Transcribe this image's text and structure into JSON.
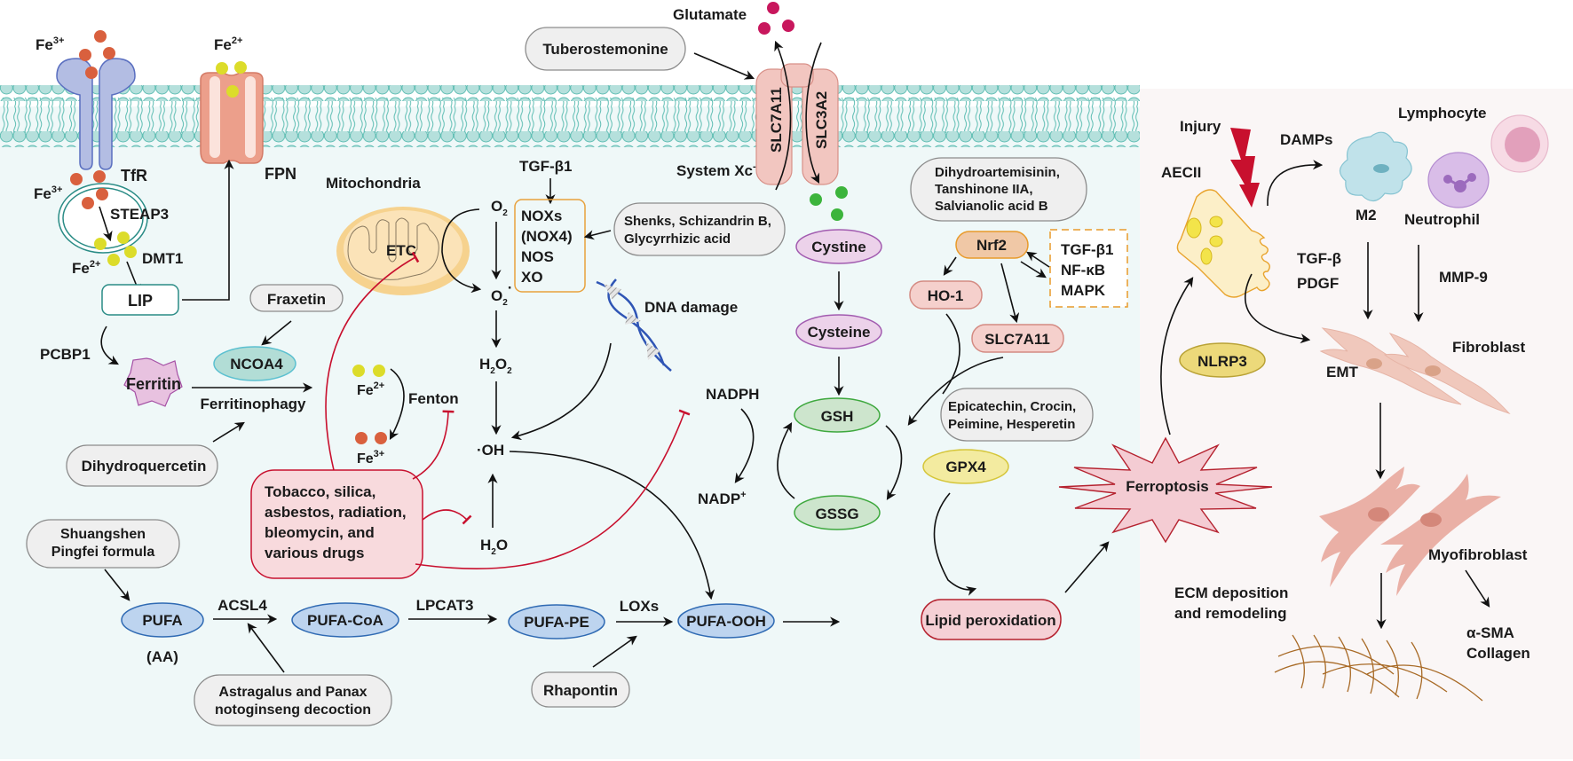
{
  "title": "Ferroptosis pathways in pulmonary fibrosis",
  "colors": {
    "cell_bg": "#eff8f8",
    "ecm_bg": "#faf6f6",
    "membrane_head": "#b5e0dc",
    "membrane_stroke": "#5ebdb3",
    "fe3": "#d9603e",
    "fe2": "#dcdc2a",
    "glutamate": "#c8175d",
    "cystine_dot": "#3cb43c",
    "inhibit_red": "#c8102e",
    "herbal_fill": "#efefef",
    "herbal_stroke": "#8c8c8c",
    "pufa_fill": "#bdd4ef",
    "pufa_stroke": "#2f6ab3",
    "gsh_fill": "#cde5cd",
    "gsh_stroke": "#3ea83e",
    "cys_fill": "#ecd2ea",
    "cys_stroke": "#a25cb0",
    "nrf_fill": "#f0c8a6",
    "nrf_stroke": "#e89a2a",
    "ho1_fill": "#f5d0cc",
    "ho1_stroke": "#d48a82",
    "gpx4_fill": "#f3eba0",
    "gpx4_stroke": "#d5c63a",
    "lipid_fill": "#f5d0d5",
    "lipid_stroke": "#b5222f",
    "nlrp3_fill": "#ecd97a",
    "nlrp3_stroke": "#b9a236"
  },
  "iron": {
    "fe3_label": "Fe",
    "fe3_charge": "3+",
    "fe2_label": "Fe",
    "fe2_charge": "2+",
    "tfr": "TfR",
    "fpn": "FPN",
    "steap3": "STEAP3",
    "dmt1": "DMT1",
    "lip": "LIP",
    "pcbp1": "PCBP1",
    "ferritin": "Ferritin",
    "ncoa4": "NCOA4",
    "ferritinophagy": "Ferritinophagy",
    "fenton": "Fenton"
  },
  "ros": {
    "mitochondria": "Mitochondria",
    "etc": "ETC",
    "tgfb1": "TGF-β1",
    "o2": "O",
    "o2_sub": "2",
    "superoxide": "O",
    "superoxide_sub": "2",
    "superoxide_dot": "·",
    "h2o2_h": "H",
    "h2o2_sub1": "2",
    "h2o2_o": "O",
    "h2o2_sub2": "2",
    "oh": "·OH",
    "h2o_h": "H",
    "h2o_sub": "2",
    "h2o_o": "O",
    "enzymes": [
      "NOXs",
      "(NOX4)",
      "NOS",
      "XO"
    ],
    "dna_damage": "DNA damage"
  },
  "system_xc": {
    "glutamate": "Glutamate",
    "slc7a11": "SLC7A11",
    "slc3a2": "SLC3A2",
    "label": "System Xc",
    "label_sup": "-",
    "cystine": "Cystine",
    "cysteine": "Cysteine",
    "gsh": "GSH",
    "gssg": "GSSG",
    "nadph": "NADPH",
    "nadp": "NADP",
    "nadp_sup": "+"
  },
  "nrf2": {
    "nrf2": "Nrf2",
    "ho1": "HO-1",
    "slc7a11": "SLC7A11",
    "regulators": [
      "TGF-β1",
      "NF-κB",
      "MAPK"
    ],
    "gpx4": "GPX4"
  },
  "lipid": {
    "pufa": "PUFA",
    "aa": "(AA)",
    "acsl4": "ACSL4",
    "pufa_coa": "PUFA-CoA",
    "lpcat3": "LPCAT3",
    "pufa_pe": "PUFA-PE",
    "loxs": "LOXs",
    "pufa_ooh": "PUFA-OOH",
    "lipid_peroxidation": "Lipid peroxidation",
    "ferroptosis": "Ferroptosis"
  },
  "inducers": {
    "lines": [
      "Tobacco, silica,",
      "asbestos, radiation,",
      "bleomycin, and",
      "various drugs"
    ]
  },
  "herbal": {
    "tuberostemonine": [
      "Tuberostemonine"
    ],
    "shenks": [
      "Shenks, Schizandrin B,",
      "Glycyrrhizic acid"
    ],
    "fraxetin": [
      "Fraxetin"
    ],
    "dihydroquercetin": [
      "Dihydroquercetin"
    ],
    "dihydroartemisinin": [
      "Dihydroartemisinin,",
      "Tanshinone IIA,",
      "Salvianolic acid B"
    ],
    "epicatechin": [
      "Epicatechin, Crocin,",
      "Peimine, Hesperetin"
    ],
    "shuangshen": [
      "Shuangshen",
      "Pingfei formula"
    ],
    "astragalus": [
      "Astragalus and Panax",
      "notoginseng decoction"
    ],
    "rhapontin": [
      "Rhapontin"
    ]
  },
  "fibrosis": {
    "injury": "Injury",
    "aecii": "AECII",
    "damps": "DAMPs",
    "lymphocyte": "Lymphocyte",
    "m2": "M2",
    "neutrophil": "Neutrophil",
    "tgfb": "TGF-β",
    "pdgf": "PDGF",
    "mmp9": "MMP-9",
    "nlrp3": "NLRP3",
    "emt": "EMT",
    "fibroblast": "Fibroblast",
    "myofibroblast": "Myofibroblast",
    "ecm": [
      "ECM deposition",
      "and remodeling"
    ],
    "markers": [
      "α-SMA",
      "Collagen"
    ]
  }
}
